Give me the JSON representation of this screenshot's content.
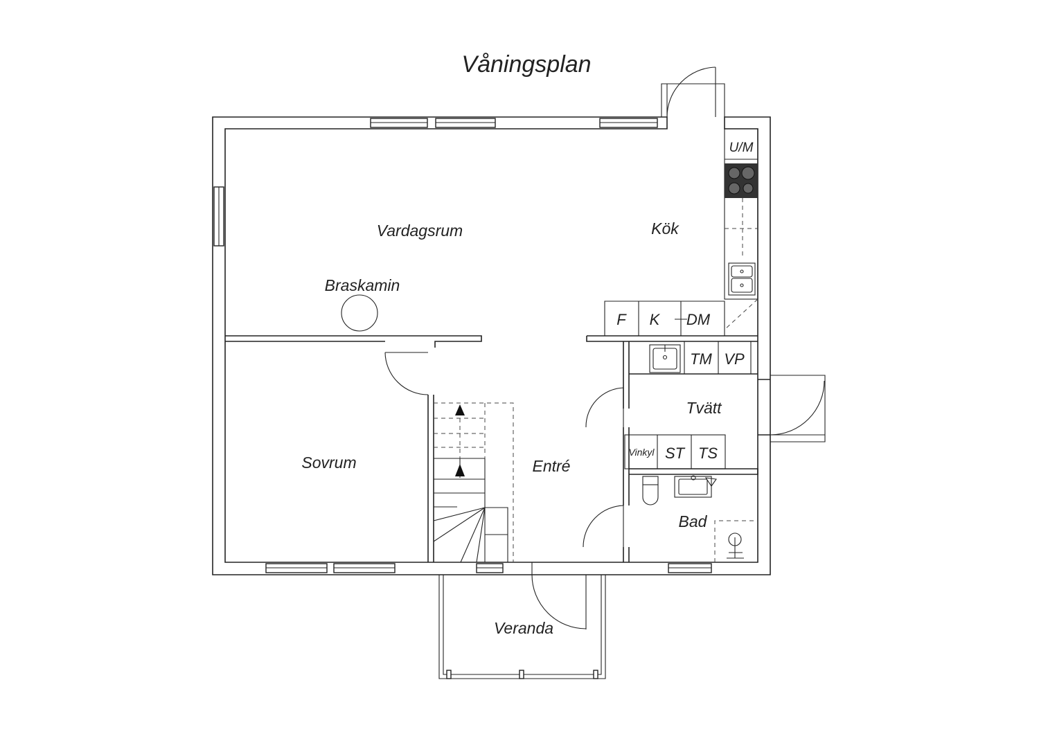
{
  "title": "Våningsplan",
  "rooms": {
    "vardagsrum": "Vardagsrum",
    "braskamin": "Braskamin",
    "kok": "Kök",
    "sovrum": "Sovrum",
    "entre": "Entré",
    "tvatt": "Tvätt",
    "bad": "Bad",
    "veranda": "Veranda"
  },
  "fixtures": {
    "um": "U/M",
    "f": "F",
    "k": "K",
    "dm": "DM",
    "tm": "TM",
    "vp": "VP",
    "vinkyl": "Vinkyl",
    "st": "ST",
    "ts": "TS"
  },
  "colors": {
    "line": "#222222",
    "stove": "#333333",
    "background": "#ffffff"
  }
}
